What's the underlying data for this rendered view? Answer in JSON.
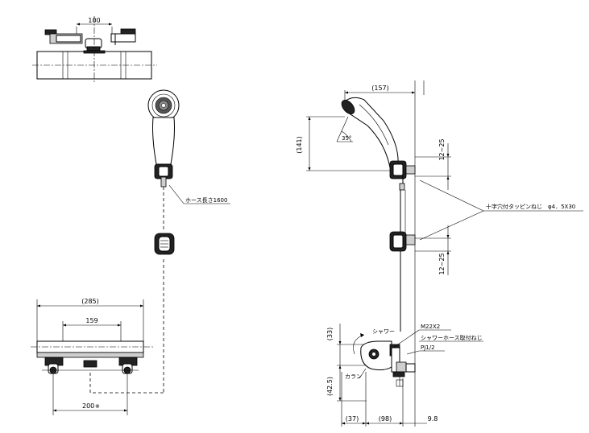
{
  "dimensions": {
    "top_width": "100",
    "shower_arm_length": "(157)",
    "head_height": "(141)",
    "angle": "35°",
    "upper_range": "12~25",
    "lower_range": "12~25",
    "screw_note": "十字穴付タッピンねじ　φ4．5X30",
    "hose_length": "ホース長さ1600",
    "body_width": "(285)",
    "center_width": "159",
    "mount_pitch": "200",
    "mount_pitch_suffix": "※",
    "height_33": "(33)",
    "height_42": "(42.5)",
    "depth_37": "(37)",
    "depth_98": "(98)",
    "depth_9_8": "9.8"
  },
  "labels": {
    "shower": "シャワー",
    "thread_spec": "M22X2",
    "hose_thread_note": "シャワーホース取付ねじ",
    "pipe_thread": "PJ1/2",
    "collar": "カラン"
  }
}
